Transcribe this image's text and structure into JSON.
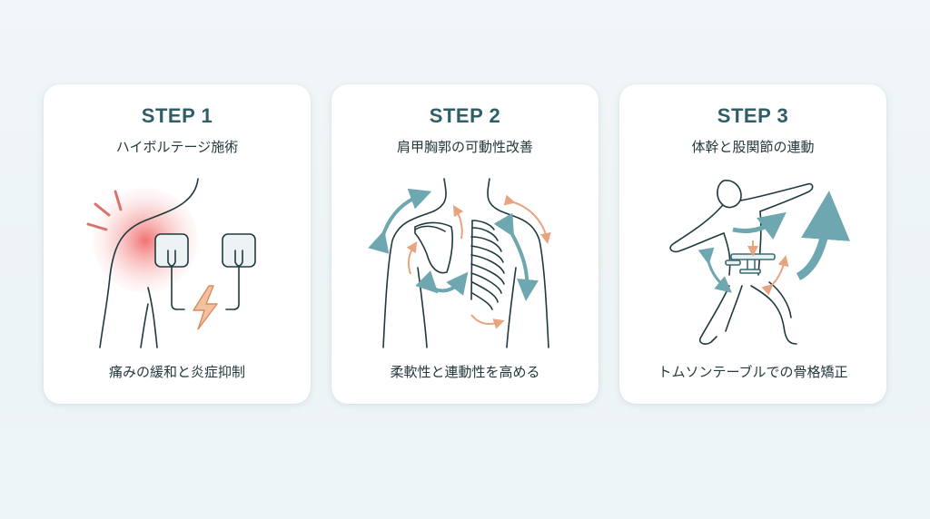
{
  "colors": {
    "background": "#eef4f6",
    "card": "#ffffff",
    "title": "#2f5f66",
    "text": "#24393d",
    "line": "#1f3a3e",
    "teal_accent": "#6fa7b0",
    "orange_accent": "#e8a47f",
    "pain_red": "#f06a6a"
  },
  "steps": [
    {
      "title": "STEP 1",
      "subtitle": "ハイボルテージ施術",
      "caption": "痛みの緩和と炎症抑制",
      "illustration": "shoulder-pain-with-electrode-pads-and-lightning-icon"
    },
    {
      "title": "STEP 2",
      "subtitle": "肩甲胸郭の可動性改善",
      "caption": "柔軟性と連動性を高める",
      "illustration": "upper-body-with-scapula-ribcage-and-motion-arrows"
    },
    {
      "title": "STEP 3",
      "subtitle": "体幹と股関節の連動",
      "caption": "トムソンテーブルでの骨格矯正",
      "illustration": "figure-rotating-with-table-and-motion-arrows"
    }
  ]
}
